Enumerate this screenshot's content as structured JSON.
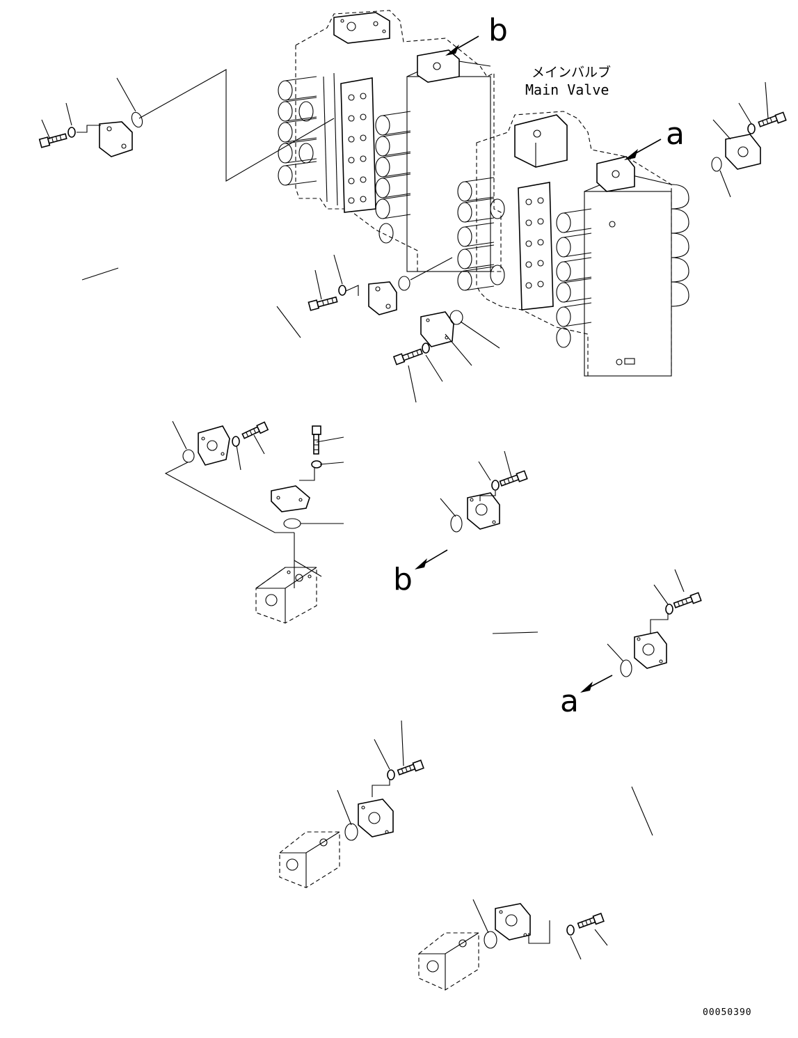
{
  "main_valve": {
    "label_jp": "メインバルブ",
    "label_en": "Main Valve"
  },
  "callouts": {
    "a_top": "a",
    "b_top": "b",
    "a_bottom": "a",
    "b_bottom": "b"
  },
  "drawing_code": "00050390"
}
